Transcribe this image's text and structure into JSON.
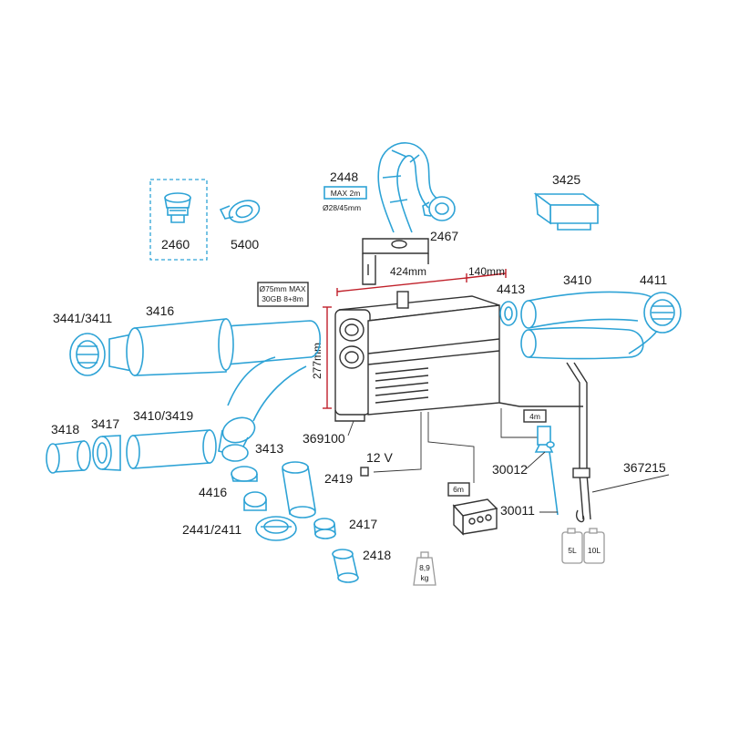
{
  "colors": {
    "accessory_lines": "#2ea3d6",
    "heater_lines": "#333333",
    "dimension_lines": "#c0202a",
    "tank_lines": "#9a9a9a"
  },
  "parts": {
    "p2460": "2460",
    "p5400": "5400",
    "p2448": "2448",
    "p2467": "2467",
    "p3425": "3425",
    "p3441_3411": "3441/3411",
    "p3416": "3416",
    "p3418": "3418",
    "p3417": "3417",
    "p3410_3419": "3410/3419",
    "p3413": "3413",
    "p4416": "4416",
    "p2441_2411": "2441/2411",
    "p2419": "2419",
    "p2417": "2417",
    "p2418": "2418",
    "p369100": "369100",
    "p4413": "4413",
    "p3410": "3410",
    "p4411": "4411",
    "p30012": "30012",
    "p30011": "30011",
    "p367215": "367215"
  },
  "notes": {
    "exhaust_max": "MAX 2m",
    "exhaust_diameter": "Ø28/45mm",
    "duct_max": "Ø75mm MAX",
    "duct_config": "30GB 8+8m",
    "fuel_line_length": "4m",
    "cable_length": "6m",
    "voltage": "12 V",
    "weight_value": "8,9",
    "weight_unit": "kg",
    "tank_small": "5L",
    "tank_large": "10L"
  },
  "dimensions": {
    "length": "424mm",
    "width": "140mm",
    "height": "277mm"
  }
}
